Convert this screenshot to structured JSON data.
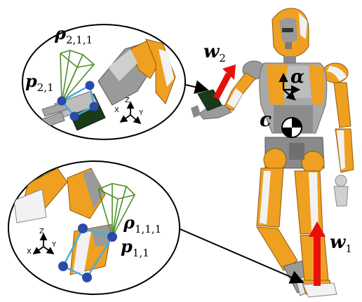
{
  "labels": {
    "rho_top": {
      "main": "ρ",
      "sub": "2,1,1"
    },
    "p_top": {
      "main": "p",
      "sub": "2,1"
    },
    "w2": {
      "main": "w",
      "sub": "2"
    },
    "alpha": {
      "main": "α"
    },
    "com": {
      "main": "c"
    },
    "rho_bottom": {
      "main": "ρ",
      "sub": "1,1,1"
    },
    "p_bottom": {
      "main": "p",
      "sub": "1,1"
    },
    "w1": {
      "main": "w",
      "sub": "1"
    }
  },
  "axes": {
    "top": {
      "x": "X",
      "y": "Y",
      "z": "Z"
    },
    "bottom": {
      "x": "X",
      "y": "Y",
      "z": "Z"
    }
  },
  "colors": {
    "orange": "#f0a020",
    "gray": "#9a9a9a",
    "white": "#f2f2f2",
    "force_arrow": "#e8100a",
    "contact_point": "#2c4aa8",
    "contact_polygon": "#3fb0e0",
    "friction_cone": "#4f8f2a"
  }
}
